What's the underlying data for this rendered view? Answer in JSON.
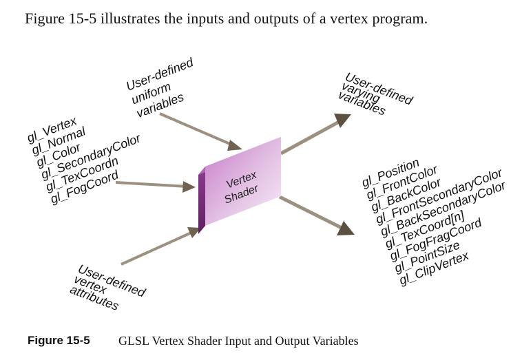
{
  "intro_text": "Figure 15-5 illustrates the inputs and outputs of a vertex program.",
  "diagram": {
    "center_box": {
      "line1": "Vertex",
      "line2": "Shader"
    },
    "uniform_inputs": [
      "User-defined",
      "uniform",
      "variables"
    ],
    "builtin_attributes": [
      "gl_Vertex",
      "gl_Normal",
      "gl_Color",
      "gl_SecondaryColor",
      "gl_TexCoordn",
      "gl_FogCoord"
    ],
    "vertex_attributes": [
      "User-defined",
      "vertex",
      "attributes"
    ],
    "varying_outputs": [
      "User-defined",
      "varying",
      "variables"
    ],
    "builtin_outputs": [
      "gl_Position",
      "gl_FrontColor",
      "gl_BackColor",
      "gl_FrontSecondaryColor",
      "gl_BackSecondaryColor",
      "gl_TexCoord[n]",
      "gl_FogFragCoord",
      "gl_PointSize",
      "gl_ClipVertex"
    ],
    "colors": {
      "box_dark": "#7a2f7c",
      "box_light": "#e7c8e8",
      "arrow": "#8a7a66"
    }
  },
  "caption": {
    "number": "Figure 15-5",
    "text": "GLSL Vertex Shader Input and Output Variables"
  }
}
